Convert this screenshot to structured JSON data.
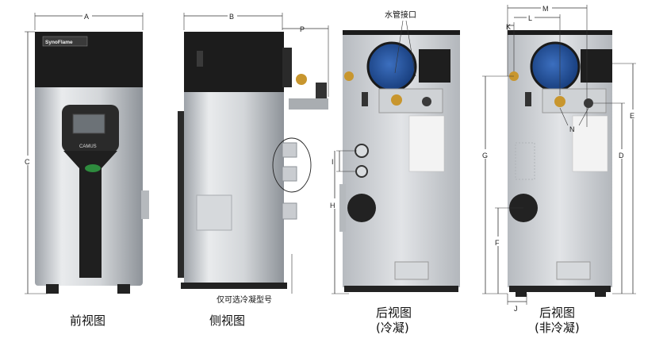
{
  "captions": {
    "front": "前视图",
    "side": "侧视图",
    "rear_cond_line1": "后视图",
    "rear_cond_line2": "(冷凝)",
    "rear_noncond_line1": "后视图",
    "rear_noncond_line2": "(非冷凝)"
  },
  "notes": {
    "water_connection": "水管接口",
    "optional_condensing": "仅可选冷凝型号"
  },
  "brand": {
    "logo_text": "SynoFlame",
    "panel_text": "CAMUS"
  },
  "labels": {
    "A": "A",
    "B": "B",
    "C": "C",
    "D": "D",
    "E": "E",
    "F": "F",
    "G": "G",
    "H": "H",
    "I": "I",
    "J": "J",
    "K": "K",
    "L": "L",
    "M": "M",
    "N": "N",
    "P": "P"
  },
  "colors": {
    "body_steel": "#c9ccd0",
    "top_black": "#1c1c1c",
    "flue_blue": "#1f4f9a",
    "brass": "#c8962e",
    "brand_green": "#2e8b3e"
  }
}
